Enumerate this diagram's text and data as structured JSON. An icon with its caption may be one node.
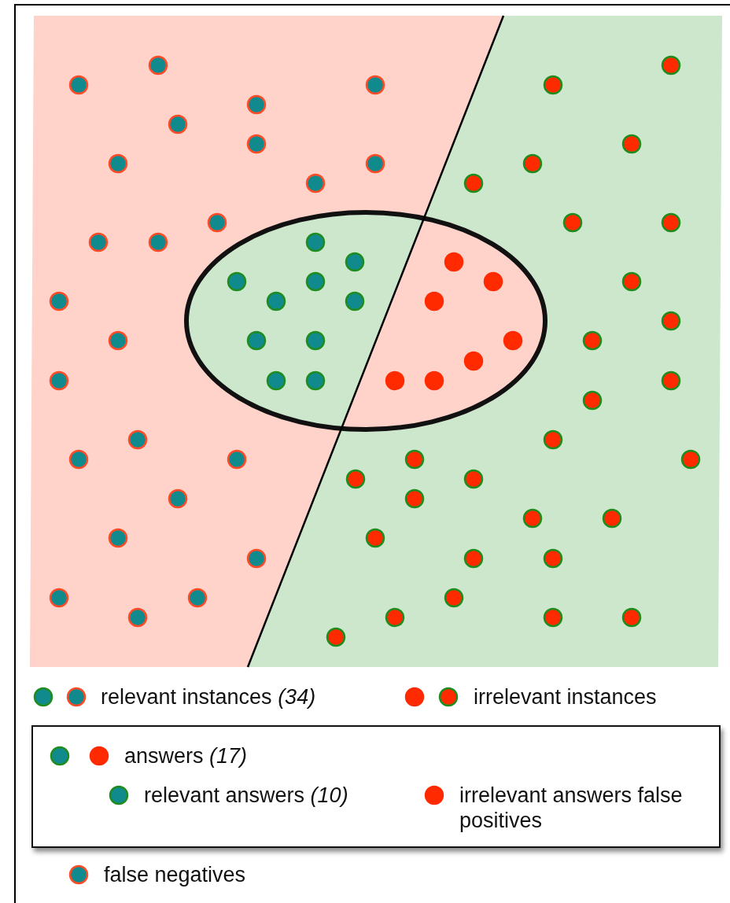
{
  "diagram": {
    "legend": [
      {
        "text": "relevant instances *(34)*"
      },
      {
        "text": "irrelevant instances"
      },
      {
        "text": "answers *(17)*"
      },
      {
        "text": "relevant answers *(10)*"
      },
      {
        "text": "irrelevant answers false positives"
      },
      {
        "text": "false negatives"
      }
    ]
  }
}
